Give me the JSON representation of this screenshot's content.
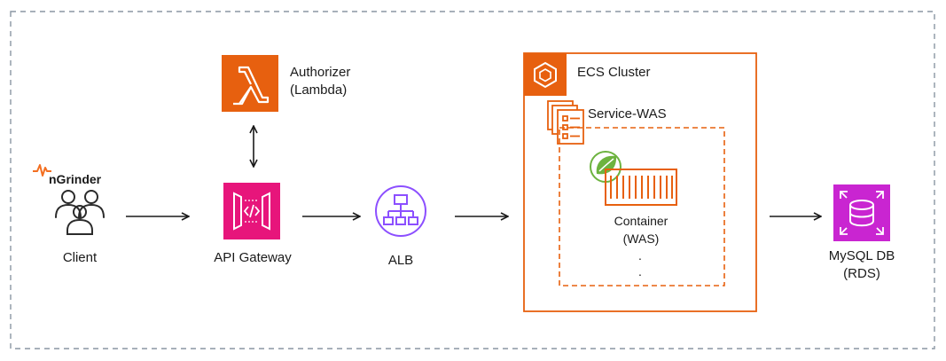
{
  "nodes": {
    "client": {
      "brand": "nGrinder",
      "label": "Client"
    },
    "authorizer": {
      "line1": "Authorizer",
      "line2": "(Lambda)"
    },
    "api_gateway": {
      "label": "API Gateway"
    },
    "alb": {
      "label": "ALB"
    },
    "ecs_cluster": {
      "label": "ECS Cluster"
    },
    "service": {
      "label": "Service-WAS"
    },
    "container": {
      "line1": "Container",
      "line2": "(WAS)",
      "ellipsis": "."
    },
    "database": {
      "line1": "MySQL DB",
      "line2": "(RDS)"
    }
  },
  "colors": {
    "aws_orange": "#E7600F",
    "api_gateway_pink": "#E7157B",
    "alb_purple": "#8C4FFF",
    "rds_magenta": "#C925D1",
    "spring_green": "#6DB33F",
    "ngrinder_orange": "#F36F21",
    "border_gray": "#8A96A3"
  },
  "icons": {
    "client": "users-icon",
    "brand": "ngrinder-logo",
    "authorizer": "lambda-icon",
    "api_gateway": "api-gateway-icon",
    "alb": "load-balancer-icon",
    "ecs_cluster": "ecs-icon",
    "service": "ecs-service-icon",
    "container": "container-icon",
    "spring": "spring-leaf-icon",
    "database": "rds-icon"
  }
}
